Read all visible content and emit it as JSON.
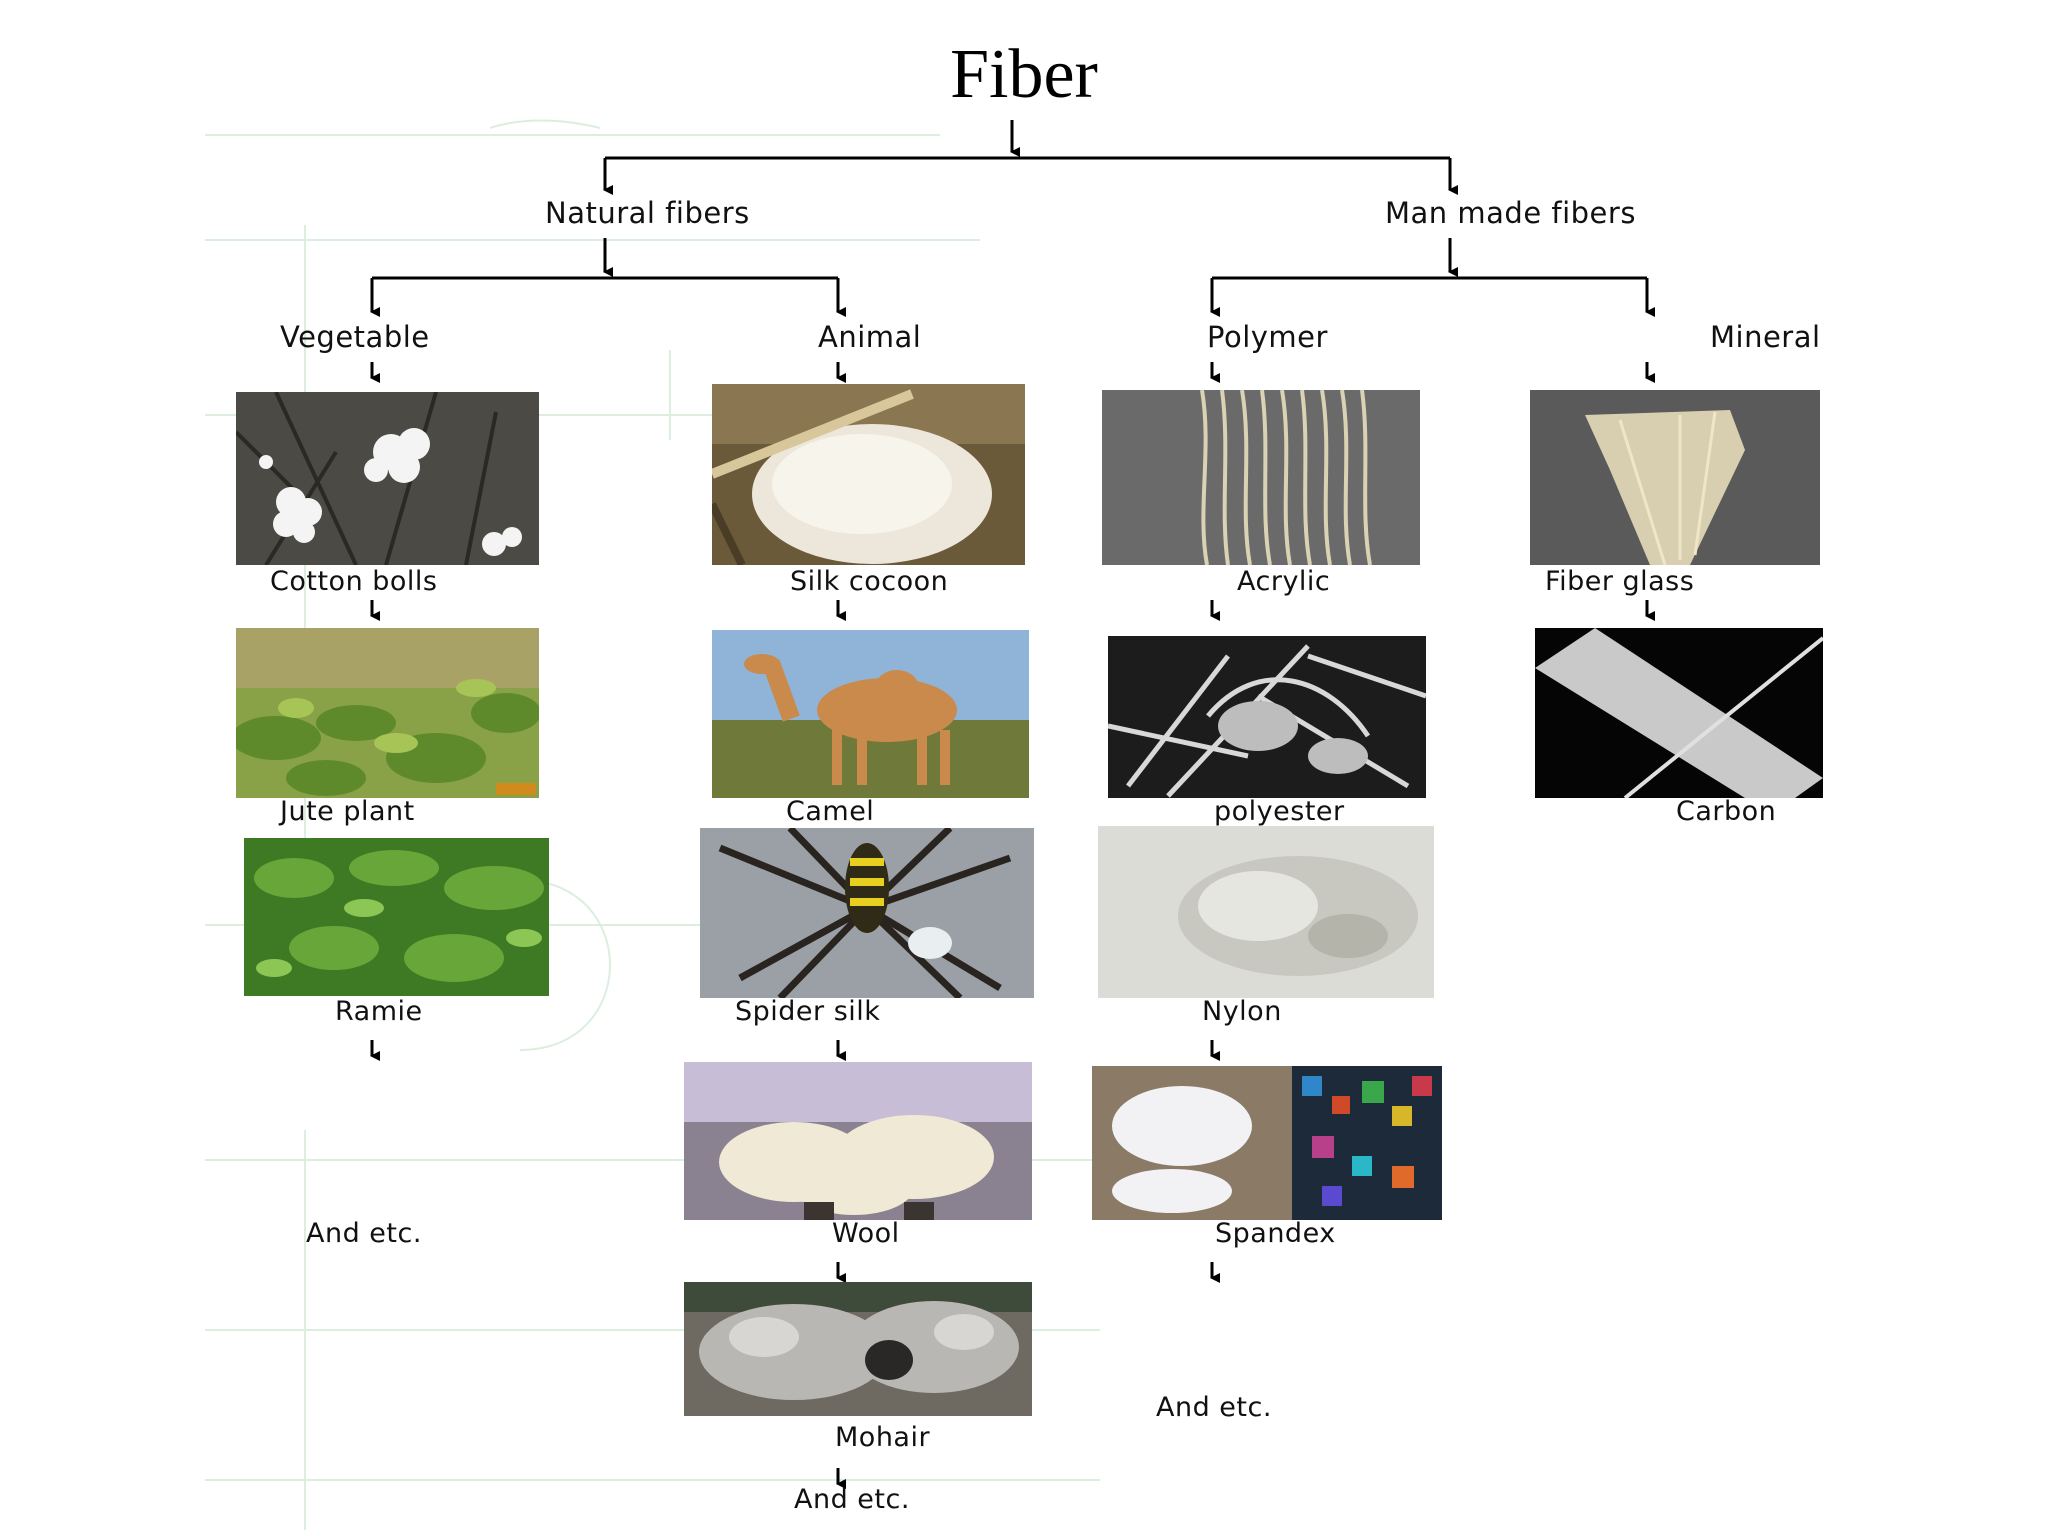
{
  "title": "Fiber",
  "branches": {
    "natural": "Natural fibers",
    "manmade": "Man made fibers"
  },
  "categories": {
    "vegetable": "Vegetable",
    "animal": "Animal",
    "polymer": "Polymer",
    "mineral": "Mineral"
  },
  "vegetable": [
    "Cotton bolls",
    "Jute plant",
    "Ramie",
    "And etc."
  ],
  "animal": [
    "Silk cocoon",
    "Camel",
    "Spider silk",
    "Wool",
    "Mohair",
    "And etc."
  ],
  "polymer": [
    "Acrylic",
    "polyester",
    "Nylon",
    "Spandex",
    "And etc."
  ],
  "mineral": [
    "Fiber glass",
    "Carbon"
  ],
  "colors": {
    "line": "#000000",
    "guide": "#d8eedb"
  }
}
